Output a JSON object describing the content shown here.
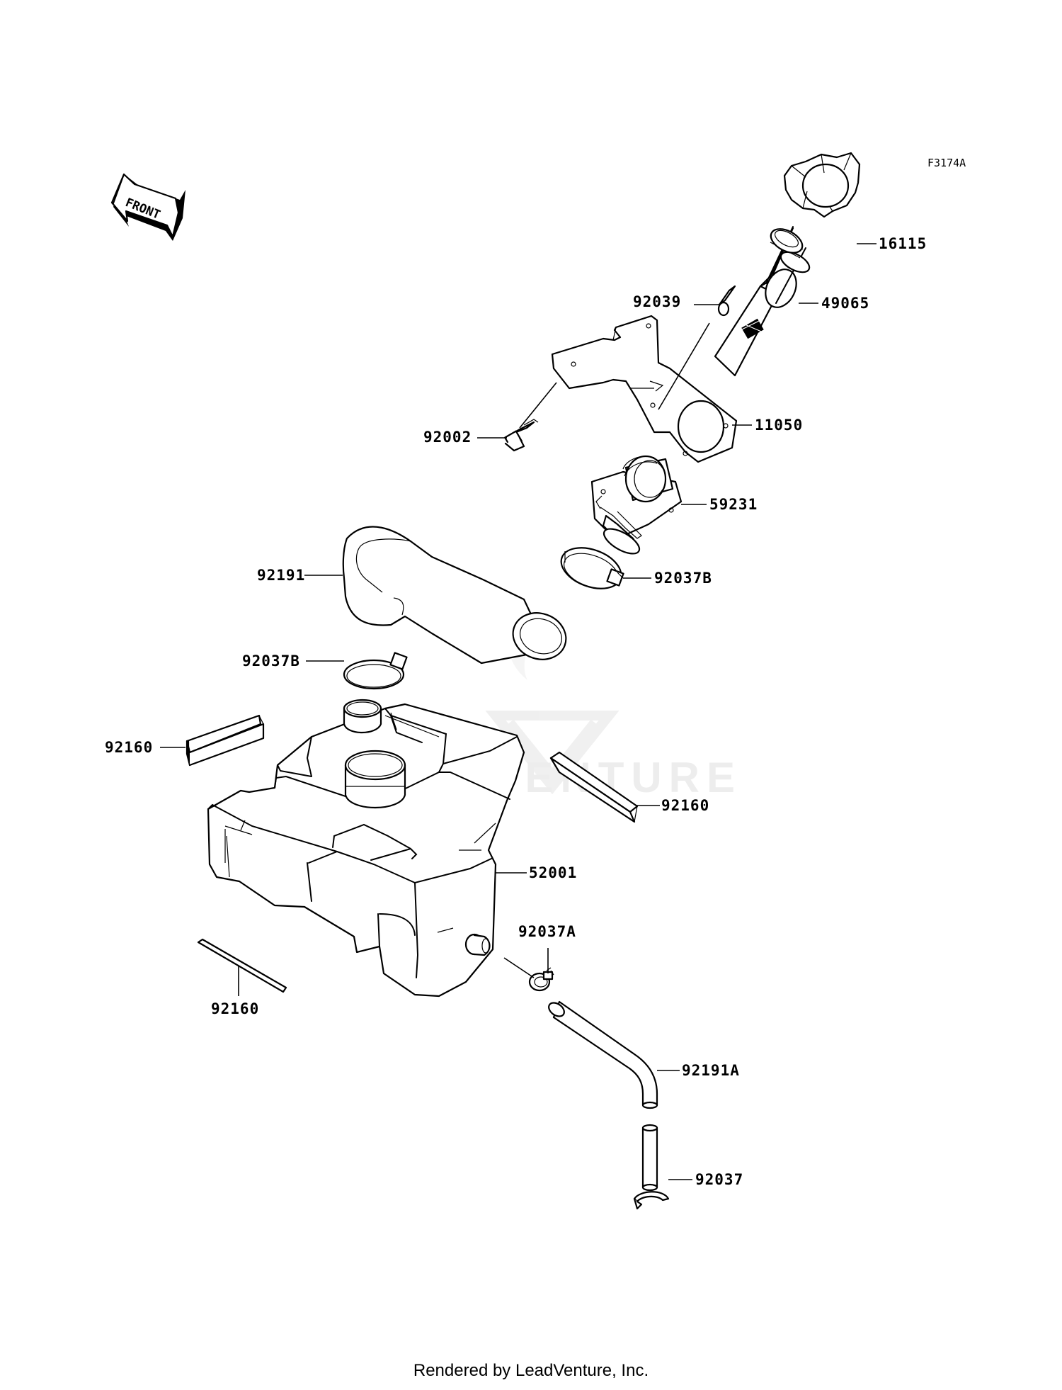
{
  "diagram_code": "F3174A",
  "front_label": "FRONT",
  "watermark": "LEADVENTURE",
  "footer": "Rendered by LeadVenture, Inc.",
  "callouts": {
    "c16115": "16115",
    "c49065": "49065",
    "c92039": "92039",
    "c11050": "11050",
    "c92002": "92002",
    "c59231": "59231",
    "c92191": "92191",
    "c92037b_upper": "92037B",
    "c92037b_lower": "92037B",
    "c92160_left": "92160",
    "c92160_right": "92160",
    "c52001": "52001",
    "c92037a": "92037A",
    "c92160_bottom": "92160",
    "c92191a": "92191A",
    "c92037": "92037"
  }
}
